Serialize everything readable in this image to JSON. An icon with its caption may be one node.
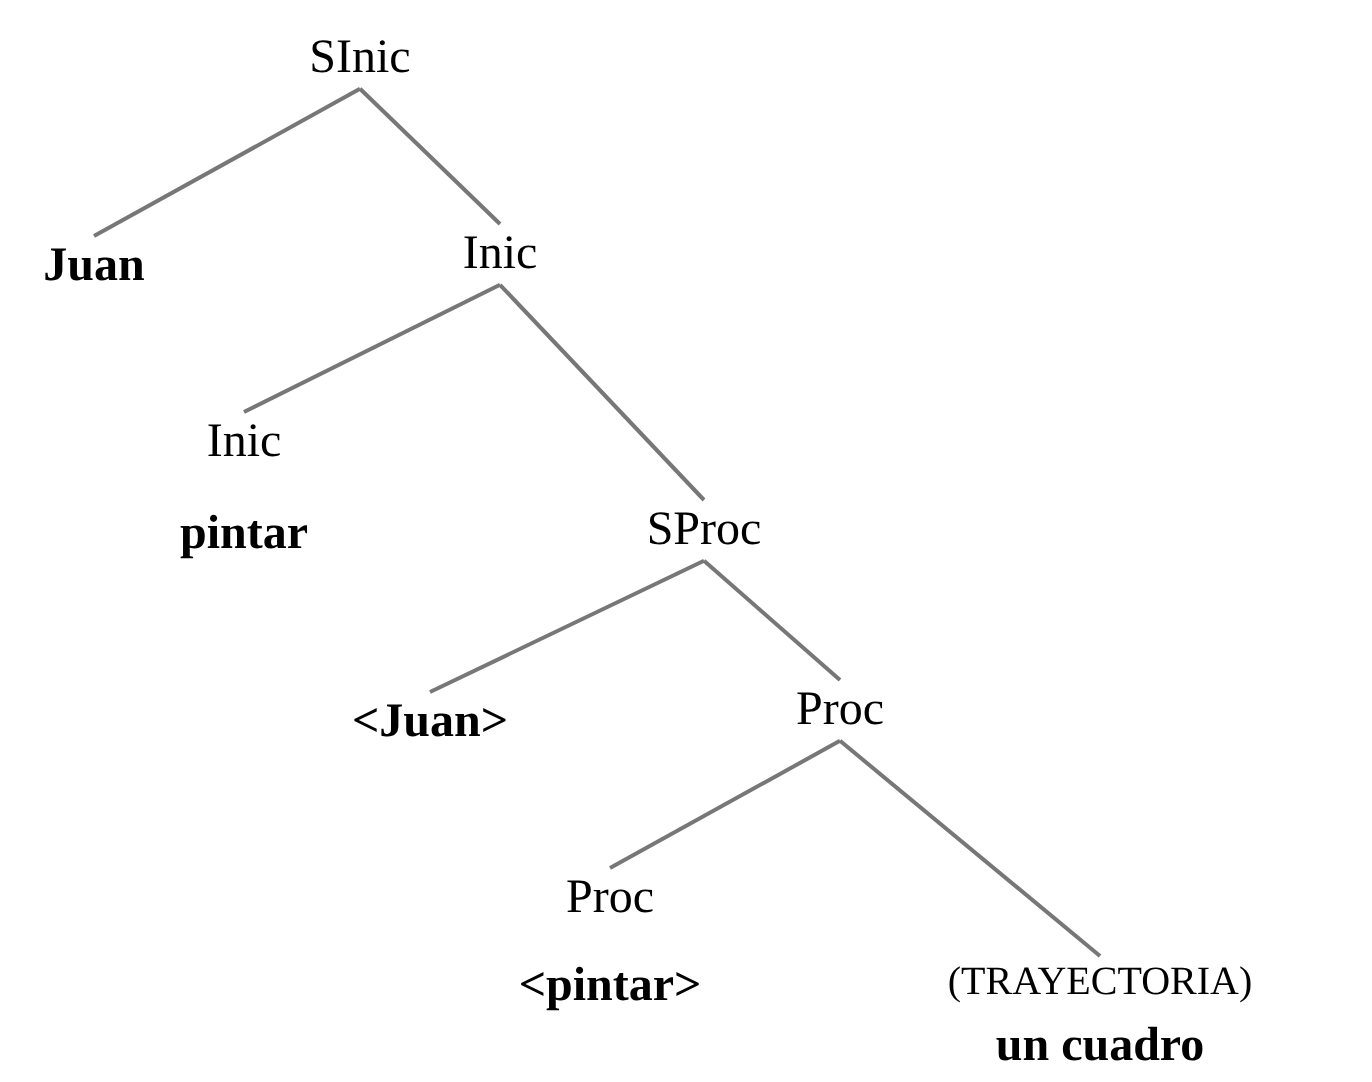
{
  "diagram": {
    "nodes": [
      {
        "text": [
          "SInic"
        ]
      },
      {
        "text": [
          "Juan"
        ]
      },
      {
        "text": [
          "Inic"
        ]
      },
      {
        "text": [
          "Inic",
          "pintar"
        ]
      },
      {
        "text": [
          "SProc"
        ]
      },
      {
        "text": [
          "<Juan>"
        ]
      },
      {
        "text": [
          "Proc"
        ]
      },
      {
        "text": [
          "Proc",
          "<pintar>"
        ]
      },
      {
        "text": [
          "(TRAYECTORIA)",
          "un cuadro"
        ]
      }
    ],
    "edges": [
      {
        "from": 0,
        "to": 1,
        "arrow": "none"
      },
      {
        "from": 0,
        "to": 2,
        "arrow": "none"
      },
      {
        "from": 2,
        "to": 3,
        "arrow": "none"
      },
      {
        "from": 2,
        "to": 4,
        "arrow": "none"
      },
      {
        "from": 4,
        "to": 5,
        "arrow": "none"
      },
      {
        "from": 4,
        "to": 6,
        "arrow": "none"
      },
      {
        "from": 6,
        "to": 7,
        "arrow": "none"
      },
      {
        "from": 6,
        "to": 8,
        "arrow": "none"
      }
    ]
  }
}
